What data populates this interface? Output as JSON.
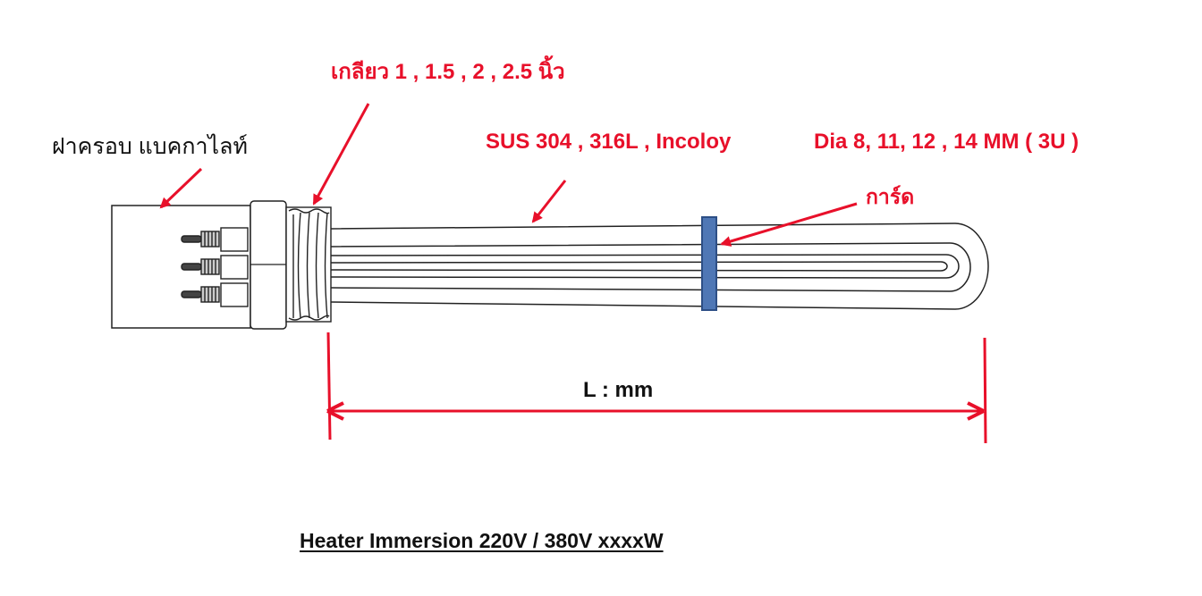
{
  "labels": {
    "cover": "ฝาครอบ แบคกาไลท์",
    "thread": "เกลียว 1 , 1.5 , 2 , 2.5 นิ้ว",
    "material": "SUS 304 , 316L , Incoloy",
    "diameter": "Dia  8, 11, 12 , 14  MM  ( 3U )",
    "guard": "การ์ด",
    "length": "L : mm",
    "title": "Heater Immersion  220V / 380V xxxxW"
  },
  "colors": {
    "annotation": "#e8102a",
    "outline": "#222222",
    "guard_fill": "#4f77b5",
    "guard_stroke": "#2d4f86"
  }
}
